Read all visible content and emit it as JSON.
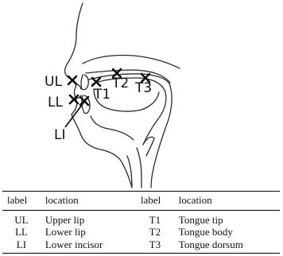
{
  "sensors": {
    "ul": "UL",
    "ll": "LL",
    "li": "LI",
    "t1": "T1",
    "t2": "T2",
    "t3": "T3"
  },
  "table": {
    "headers": [
      "label",
      "location",
      "label",
      "location"
    ],
    "rows": [
      [
        "UL",
        "Upper lip",
        "T1",
        "Tongue tip"
      ],
      [
        "LL",
        "Lower lip",
        "T2",
        "Tongue body"
      ],
      [
        "LI",
        "Lower incisor",
        "T3",
        "Tongue dorsum"
      ]
    ]
  },
  "colors": {
    "line": "#2a2a2a",
    "text": "#111111"
  }
}
